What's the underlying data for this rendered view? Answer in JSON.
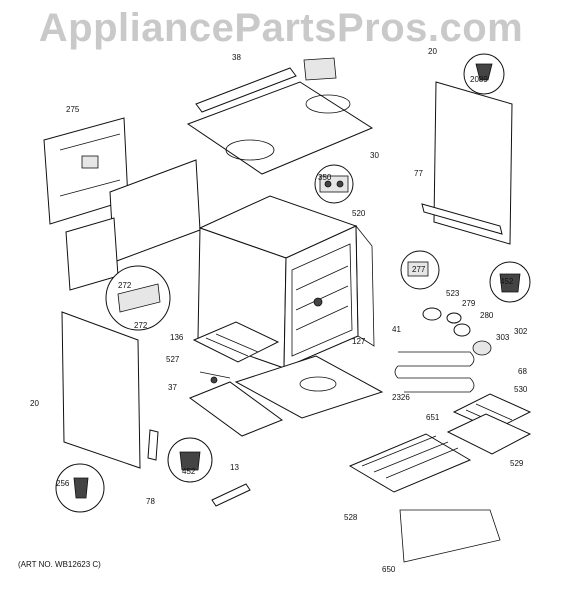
{
  "watermark": "AppliancePartsPros.com",
  "art_number": "(ART NO. WB12623 C)",
  "labels": {
    "p38": "38",
    "p275": "275",
    "p30": "30",
    "p20_top": "20",
    "p2089": "2089",
    "p350": "350",
    "p77": "77",
    "p520": "520",
    "p277": "277",
    "p452_right": "452",
    "p272_a": "272",
    "p272_b": "272",
    "p136": "136",
    "p527": "527",
    "p523": "523",
    "p279": "279",
    "p280": "280",
    "p303": "303",
    "p302": "302",
    "p41": "41",
    "p127": "127",
    "p68": "68",
    "p37": "37",
    "p20_left": "20",
    "p530": "530",
    "p2326": "2326",
    "p651": "651",
    "p529": "529",
    "p13": "13",
    "p452_bottom": "452",
    "p256": "256",
    "p78": "78",
    "p528": "528",
    "p650": "650"
  }
}
